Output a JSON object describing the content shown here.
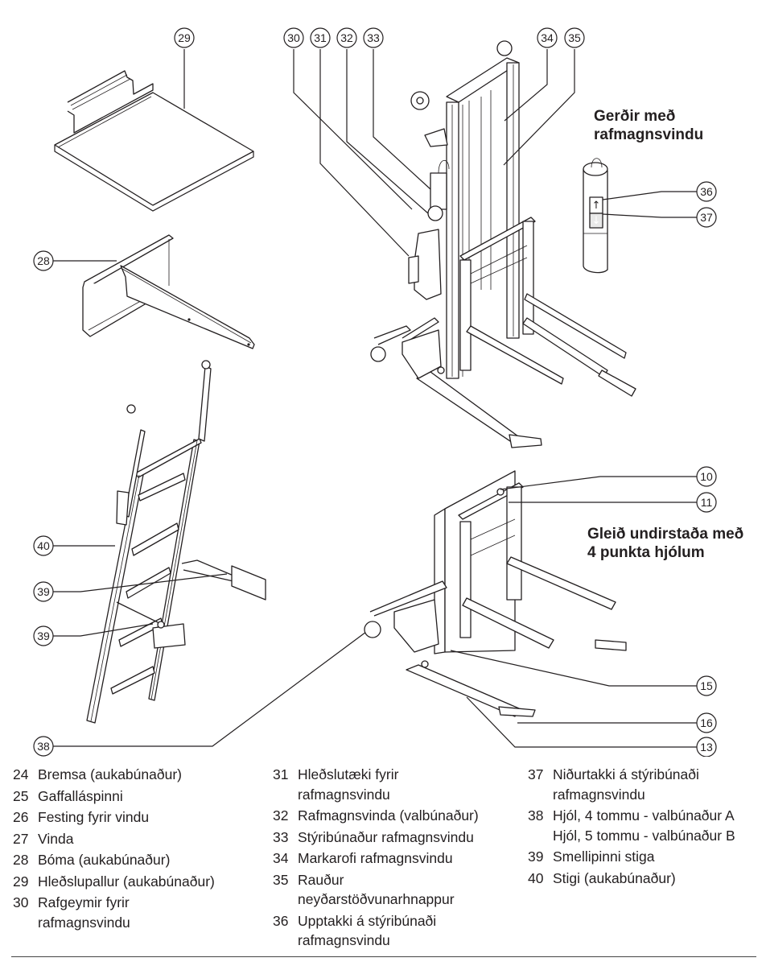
{
  "headings": {
    "electric_models": "Gerðir með\nrafmagnsvindu",
    "glide_base": "Gleið undirstaða með\n4 punkta hjólum"
  },
  "callouts": {
    "c29": "29",
    "c28": "28",
    "c30": "30",
    "c31": "31",
    "c32": "32",
    "c33": "33",
    "c34": "34",
    "c35": "35",
    "c36": "36",
    "c37": "37",
    "c40": "40",
    "c39a": "39",
    "c39b": "39",
    "c38": "38",
    "c10": "10",
    "c11": "11",
    "c15": "15",
    "c16": "16",
    "c13": "13"
  },
  "legend": {
    "col1": [
      {
        "num": "24",
        "text": "Bremsa (aukabúnaður)"
      },
      {
        "num": "25",
        "text": "Gaffalláspinni"
      },
      {
        "num": "26",
        "text": "Festing fyrir vindu"
      },
      {
        "num": "27",
        "text": "Vinda"
      },
      {
        "num": "28",
        "text": "Bóma (aukabúnaður)"
      },
      {
        "num": "29",
        "text": "Hleðslupallur (aukabúnaður)"
      },
      {
        "num": "30",
        "text": "Rafgeymir fyrir\nrafmagnsvindu"
      }
    ],
    "col2": [
      {
        "num": "31",
        "text": "Hleðslutæki fyrir\nrafmagnsvindu"
      },
      {
        "num": "32",
        "text": "Rafmagnsvinda (valbúnaður)"
      },
      {
        "num": "33",
        "text": "Stýribúnaður rafmagnsvindu"
      },
      {
        "num": "34",
        "text": "Markarofi rafmagnsvindu"
      },
      {
        "num": "35",
        "text": "Rauður\nneyðarstöðvunarhnappur"
      },
      {
        "num": "36",
        "text": "Upptakki á stýribúnaði\nrafmagnsvindu"
      }
    ],
    "col3": [
      {
        "num": "37",
        "text": "Niðurtakki á stýribúnaði\nrafmagnsvindu"
      },
      {
        "num": "38",
        "text": "Hjól, 4 tommu - valbúnaður A\nHjól, 5 tommu - valbúnaður B"
      },
      {
        "num": "39",
        "text": "Smellipinni stiga"
      },
      {
        "num": "40",
        "text": "Stigi (aukabúnaður)"
      }
    ]
  }
}
